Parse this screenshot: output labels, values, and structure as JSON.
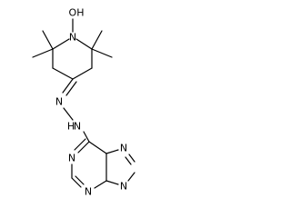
{
  "molecule": {
    "atoms": {
      "oh": "OH",
      "n_piperidine": "N",
      "n_hydrazone_1": "N",
      "n_hydrazone_2": "N",
      "nh": "H",
      "n_purine_1": "N",
      "n_purine_3": "N",
      "n_purine_7": "N",
      "n_purine_9": "N"
    },
    "colors": {
      "bond": "#000000",
      "label": "#000000",
      "background": "#ffffff"
    }
  }
}
